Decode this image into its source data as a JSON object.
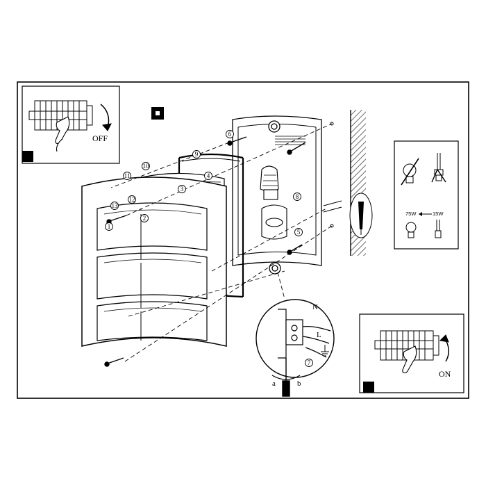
{
  "switch_off": {
    "label": "OFF"
  },
  "switch_on": {
    "label": "ON"
  },
  "bulb_panel": {
    "from_watt": "75W",
    "to_watt": "15W"
  },
  "steps": [
    "1",
    "2",
    "3",
    "4",
    "5",
    "6",
    "7",
    "8",
    "9",
    "10",
    "11",
    "12",
    "13"
  ],
  "wiring": {
    "neutral": "N",
    "live": "L"
  },
  "screwdriver": {
    "a": "a",
    "b": "b"
  },
  "colors": {
    "ink": "#000000",
    "paper": "#ffffff",
    "wall_hatch": "#444444"
  }
}
